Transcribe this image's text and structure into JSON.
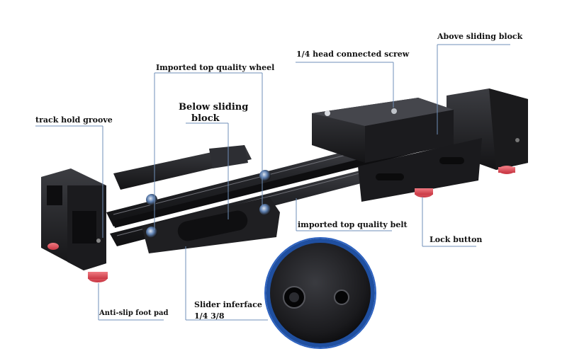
{
  "labels": {
    "above_sliding_block": "Above sliding block",
    "head_screw": "1/4 head connected screw",
    "top_wheel": "Imported top quality wheel",
    "below_block_line1": "Below sliding",
    "below_block_line2": "block",
    "track_groove": "track hold groove",
    "top_belt": "imported top quality belt",
    "lock_button": "Lock button",
    "slider_interface": "Slider inferface",
    "slider_sizes": "1/4   3/8",
    "foot_pad": "Anti-slip foot pad"
  },
  "colors": {
    "leader_line": "#6f8fb8",
    "metal_dark": "#1c1c1e",
    "metal_mid": "#2e2f33",
    "rail": "#3a3b40",
    "knob_red": "#e8505a",
    "lens_ring": "#1f4fa0"
  }
}
